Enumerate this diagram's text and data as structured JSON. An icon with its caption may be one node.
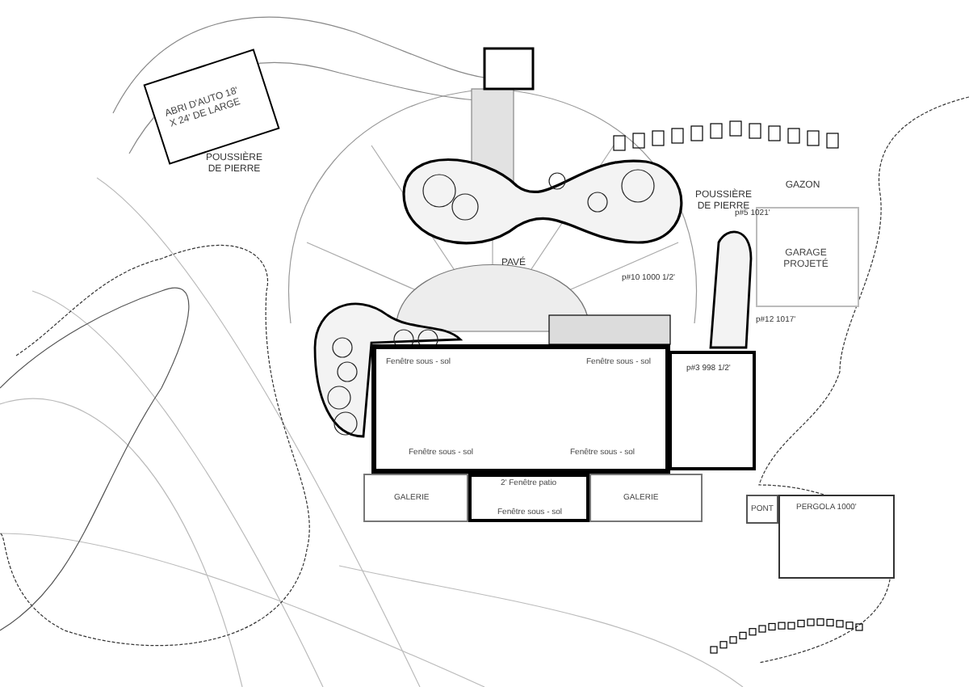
{
  "diagram": {
    "nodes": [
      {
        "text": [
          "ABRI D'AUTO 18' X 24' DE LARGE"
        ]
      },
      {
        "text": [
          "GARAGE PROJETÉ"
        ]
      },
      {
        "text": [
          "Fenêtre sous - sol",
          "Fenêtre sous - sol",
          "Fenêtre sous - sol",
          "Fenêtre sous - sol"
        ]
      },
      {
        "text": [
          "2' Fenêtre patio",
          "Fenêtre sous - sol"
        ]
      },
      {
        "text": [
          "GALERIE"
        ]
      },
      {
        "text": [
          "GALERIE"
        ]
      },
      {
        "text": [
          "PONT"
        ]
      },
      {
        "text": [
          "PERGOLA 1000'"
        ]
      }
    ],
    "edges": [],
    "labels": [
      "POUSSIÈRE DE PIERRE",
      "POUSSIÈRE DE PIERRE",
      "GAZON",
      "PAVÉ",
      "p#5 1021'",
      "p#10 1000 1/2'",
      "p#12 1017'",
      "p#3 998 1/2'"
    ]
  }
}
